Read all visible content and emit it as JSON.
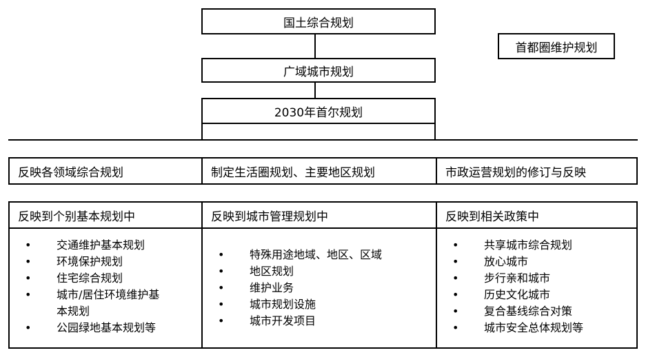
{
  "top": {
    "national_plan": "国土综合规划",
    "capital_region_plan": "首都圈维护规划",
    "metro_plan": "广域城市规划",
    "seoul_2030": "2030年首尔规划"
  },
  "row2": {
    "left": "反映各领域综合规划",
    "middle": "制定生活圈规划、主要地区规划",
    "right": "市政运营规划的修订与反映"
  },
  "row3": {
    "left": {
      "header": "反映到个别基本规划中",
      "items": [
        "交通维护基本规划",
        "环境保护规划",
        "住宅综合规划",
        "城市/居住环境维护基",
        "本规划",
        "公园绿地基本规划等"
      ]
    },
    "middle": {
      "header": "反映到城市管理规划中",
      "items": [
        "特殊用途地域、地区、区域",
        "地区规划",
        "维护业务",
        "城市规划设施",
        "城市开发项目"
      ]
    },
    "right": {
      "header": "反映到相关政策中",
      "items": [
        "共享城市综合规划",
        "放心城市",
        "步行亲和城市",
        "历史文化城市",
        "复合基线综合对策",
        "城市安全总体规划等"
      ]
    }
  },
  "bullet": "•"
}
